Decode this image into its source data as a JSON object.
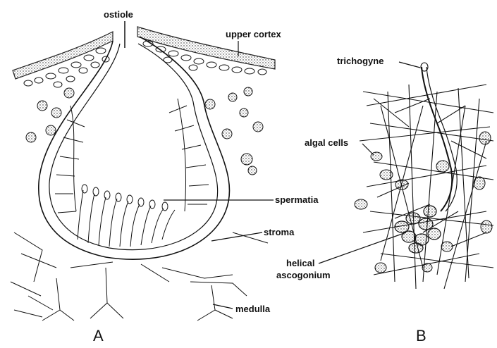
{
  "labels": {
    "ostiole": "ostiole",
    "upper_cortex": "upper cortex",
    "trichogyne": "trichogyne",
    "algal_cells": "algal cells",
    "spermatia": "spermatia",
    "stroma": "stroma",
    "helical_line1": "helical",
    "helical_line2": "ascogonium",
    "medulla": "medulla"
  },
  "panels": {
    "a": "A",
    "b": "B"
  }
}
